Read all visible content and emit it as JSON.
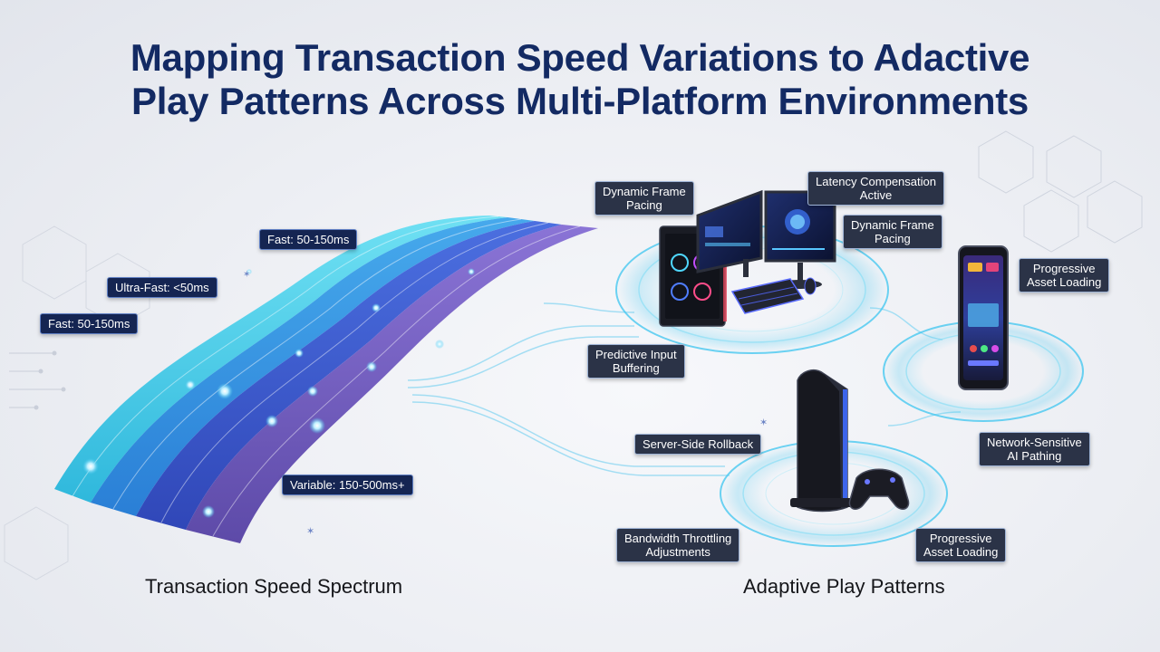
{
  "title": {
    "line1": "Mapping Transaction Speed Variations to Adactive",
    "line2": "Play Patterns Across Multi-Platform Environments"
  },
  "speed_labels": {
    "fast_top": "Fast: 50-150ms",
    "ultra_fast": "Ultra-Fast: <50ms",
    "fast_left": "Fast: 50-150ms",
    "variable": "Variable: 150-500ms+"
  },
  "pattern_labels": {
    "dynamic_frame_pacing_1": [
      "Dynamic Frame",
      "Pacing"
    ],
    "latency_compensation": [
      "Latency Compensation",
      "Active"
    ],
    "dynamic_frame_pacing_2": [
      "Dynamic Frame",
      "Pacing"
    ],
    "progressive_asset_loading_1": [
      "Progressive",
      "Asset Loading"
    ],
    "predictive_input_buffering": [
      "Predictive Input",
      "Buffering"
    ],
    "server_side_rollback": "Server-Side Rollback",
    "network_sensitive_ai": [
      "Network-Sensitive",
      "AI Pathing"
    ],
    "bandwidth_throttling": [
      "Bandwidth Throttling",
      "Adjustments"
    ],
    "progressive_asset_loading_2": [
      "Progressive",
      "Asset Loading"
    ]
  },
  "captions": {
    "spectrum": "Transaction Speed Spectrum",
    "adaptive": "Adaptive Play Patterns"
  },
  "colors": {
    "title": "#132a63",
    "label_bg": "#2b3347",
    "speed_label_bg": "#152552",
    "wave_cyan": "#3fc6e6",
    "wave_blue": "#3a63d8",
    "wave_purple": "#7a5fc4",
    "glow": "#47c8f0"
  },
  "icons": [
    "gaming-pc-icon",
    "dual-monitor-icon",
    "keyboard-icon",
    "mouse-icon",
    "smartphone-icon",
    "game-console-icon",
    "gamepad-icon"
  ]
}
